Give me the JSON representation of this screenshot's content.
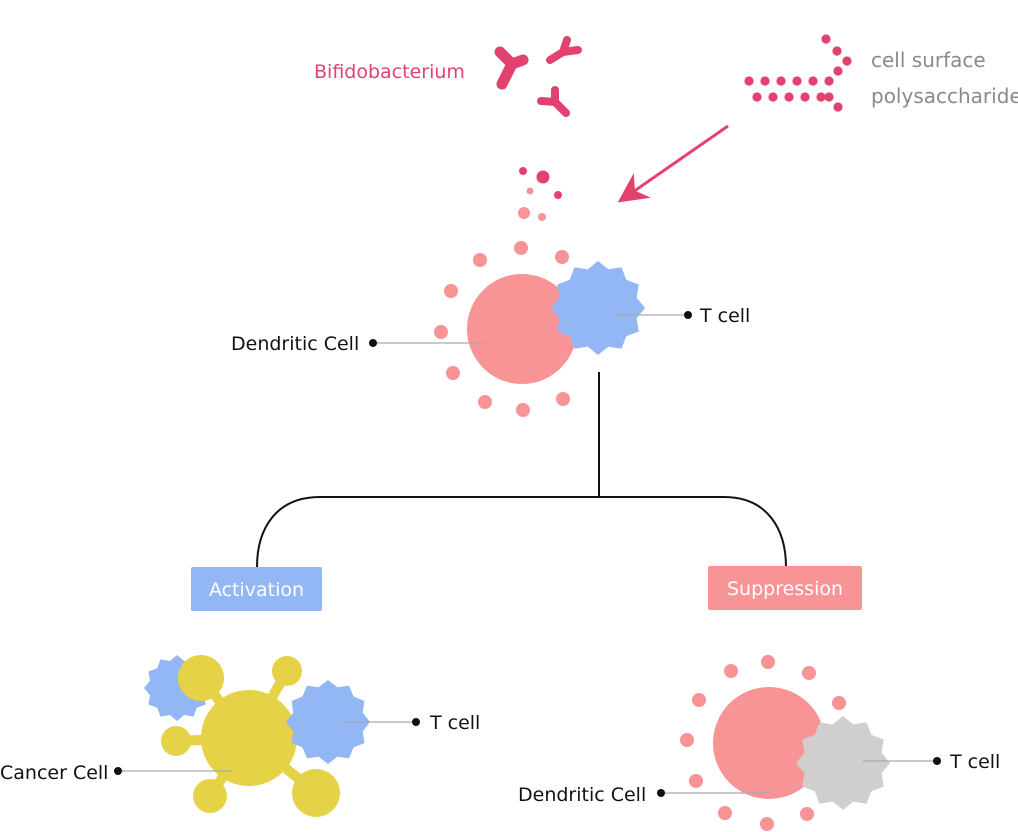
{
  "colors": {
    "pink_accent": "#e2426e",
    "dendritic": "#f89396",
    "t_cell_active": "#93b6f5",
    "t_cell_suppressed": "#d1cfce",
    "cancer": "#e5d246",
    "activation_box": "#93b6f5",
    "suppression_box": "#f89396",
    "gray_text": "#8a8a8a"
  },
  "top": {
    "bacterium_label": "Bifidobacterium",
    "polysaccharide_label_line1": "cell surface",
    "polysaccharide_label_line2": "polysaccharide"
  },
  "center": {
    "dendritic_label": "Dendritic Cell",
    "t_cell_label": "T cell"
  },
  "branches": {
    "activation_label": "Activation",
    "suppression_label": "Suppression"
  },
  "activation_panel": {
    "cancer_label": "Cancer Cell",
    "t_cell_label": "T cell"
  },
  "suppression_panel": {
    "dendritic_label": "Dendritic Cell",
    "t_cell_label": "T cell"
  }
}
